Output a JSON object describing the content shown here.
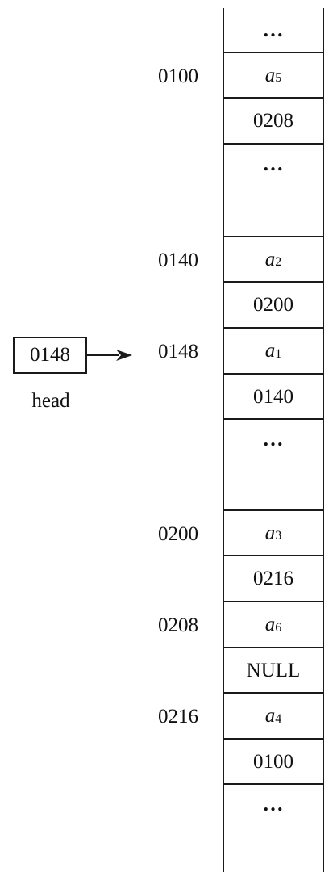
{
  "head": {
    "value": "0148",
    "label": "head"
  },
  "memory": {
    "cells": [
      {
        "kind": "ellipsis",
        "text": "…"
      },
      {
        "kind": "data",
        "var": "a",
        "sub": "5"
      },
      {
        "kind": "value",
        "text": "0208"
      },
      {
        "kind": "ellipsis",
        "text": "…"
      },
      {
        "kind": "data",
        "var": "a",
        "sub": "2"
      },
      {
        "kind": "value",
        "text": "0200"
      },
      {
        "kind": "data",
        "var": "a",
        "sub": "1"
      },
      {
        "kind": "value",
        "text": "0140"
      },
      {
        "kind": "ellipsis",
        "text": "…"
      },
      {
        "kind": "data",
        "var": "a",
        "sub": "3"
      },
      {
        "kind": "value",
        "text": "0216"
      },
      {
        "kind": "data",
        "var": "a",
        "sub": "6"
      },
      {
        "kind": "value",
        "text": "NULL"
      },
      {
        "kind": "data",
        "var": "a",
        "sub": "4"
      },
      {
        "kind": "value",
        "text": "0100"
      },
      {
        "kind": "ellipsis",
        "text": "…"
      }
    ],
    "addresses": [
      "0100",
      "0140",
      "0148",
      "0200",
      "0208",
      "0216"
    ]
  }
}
